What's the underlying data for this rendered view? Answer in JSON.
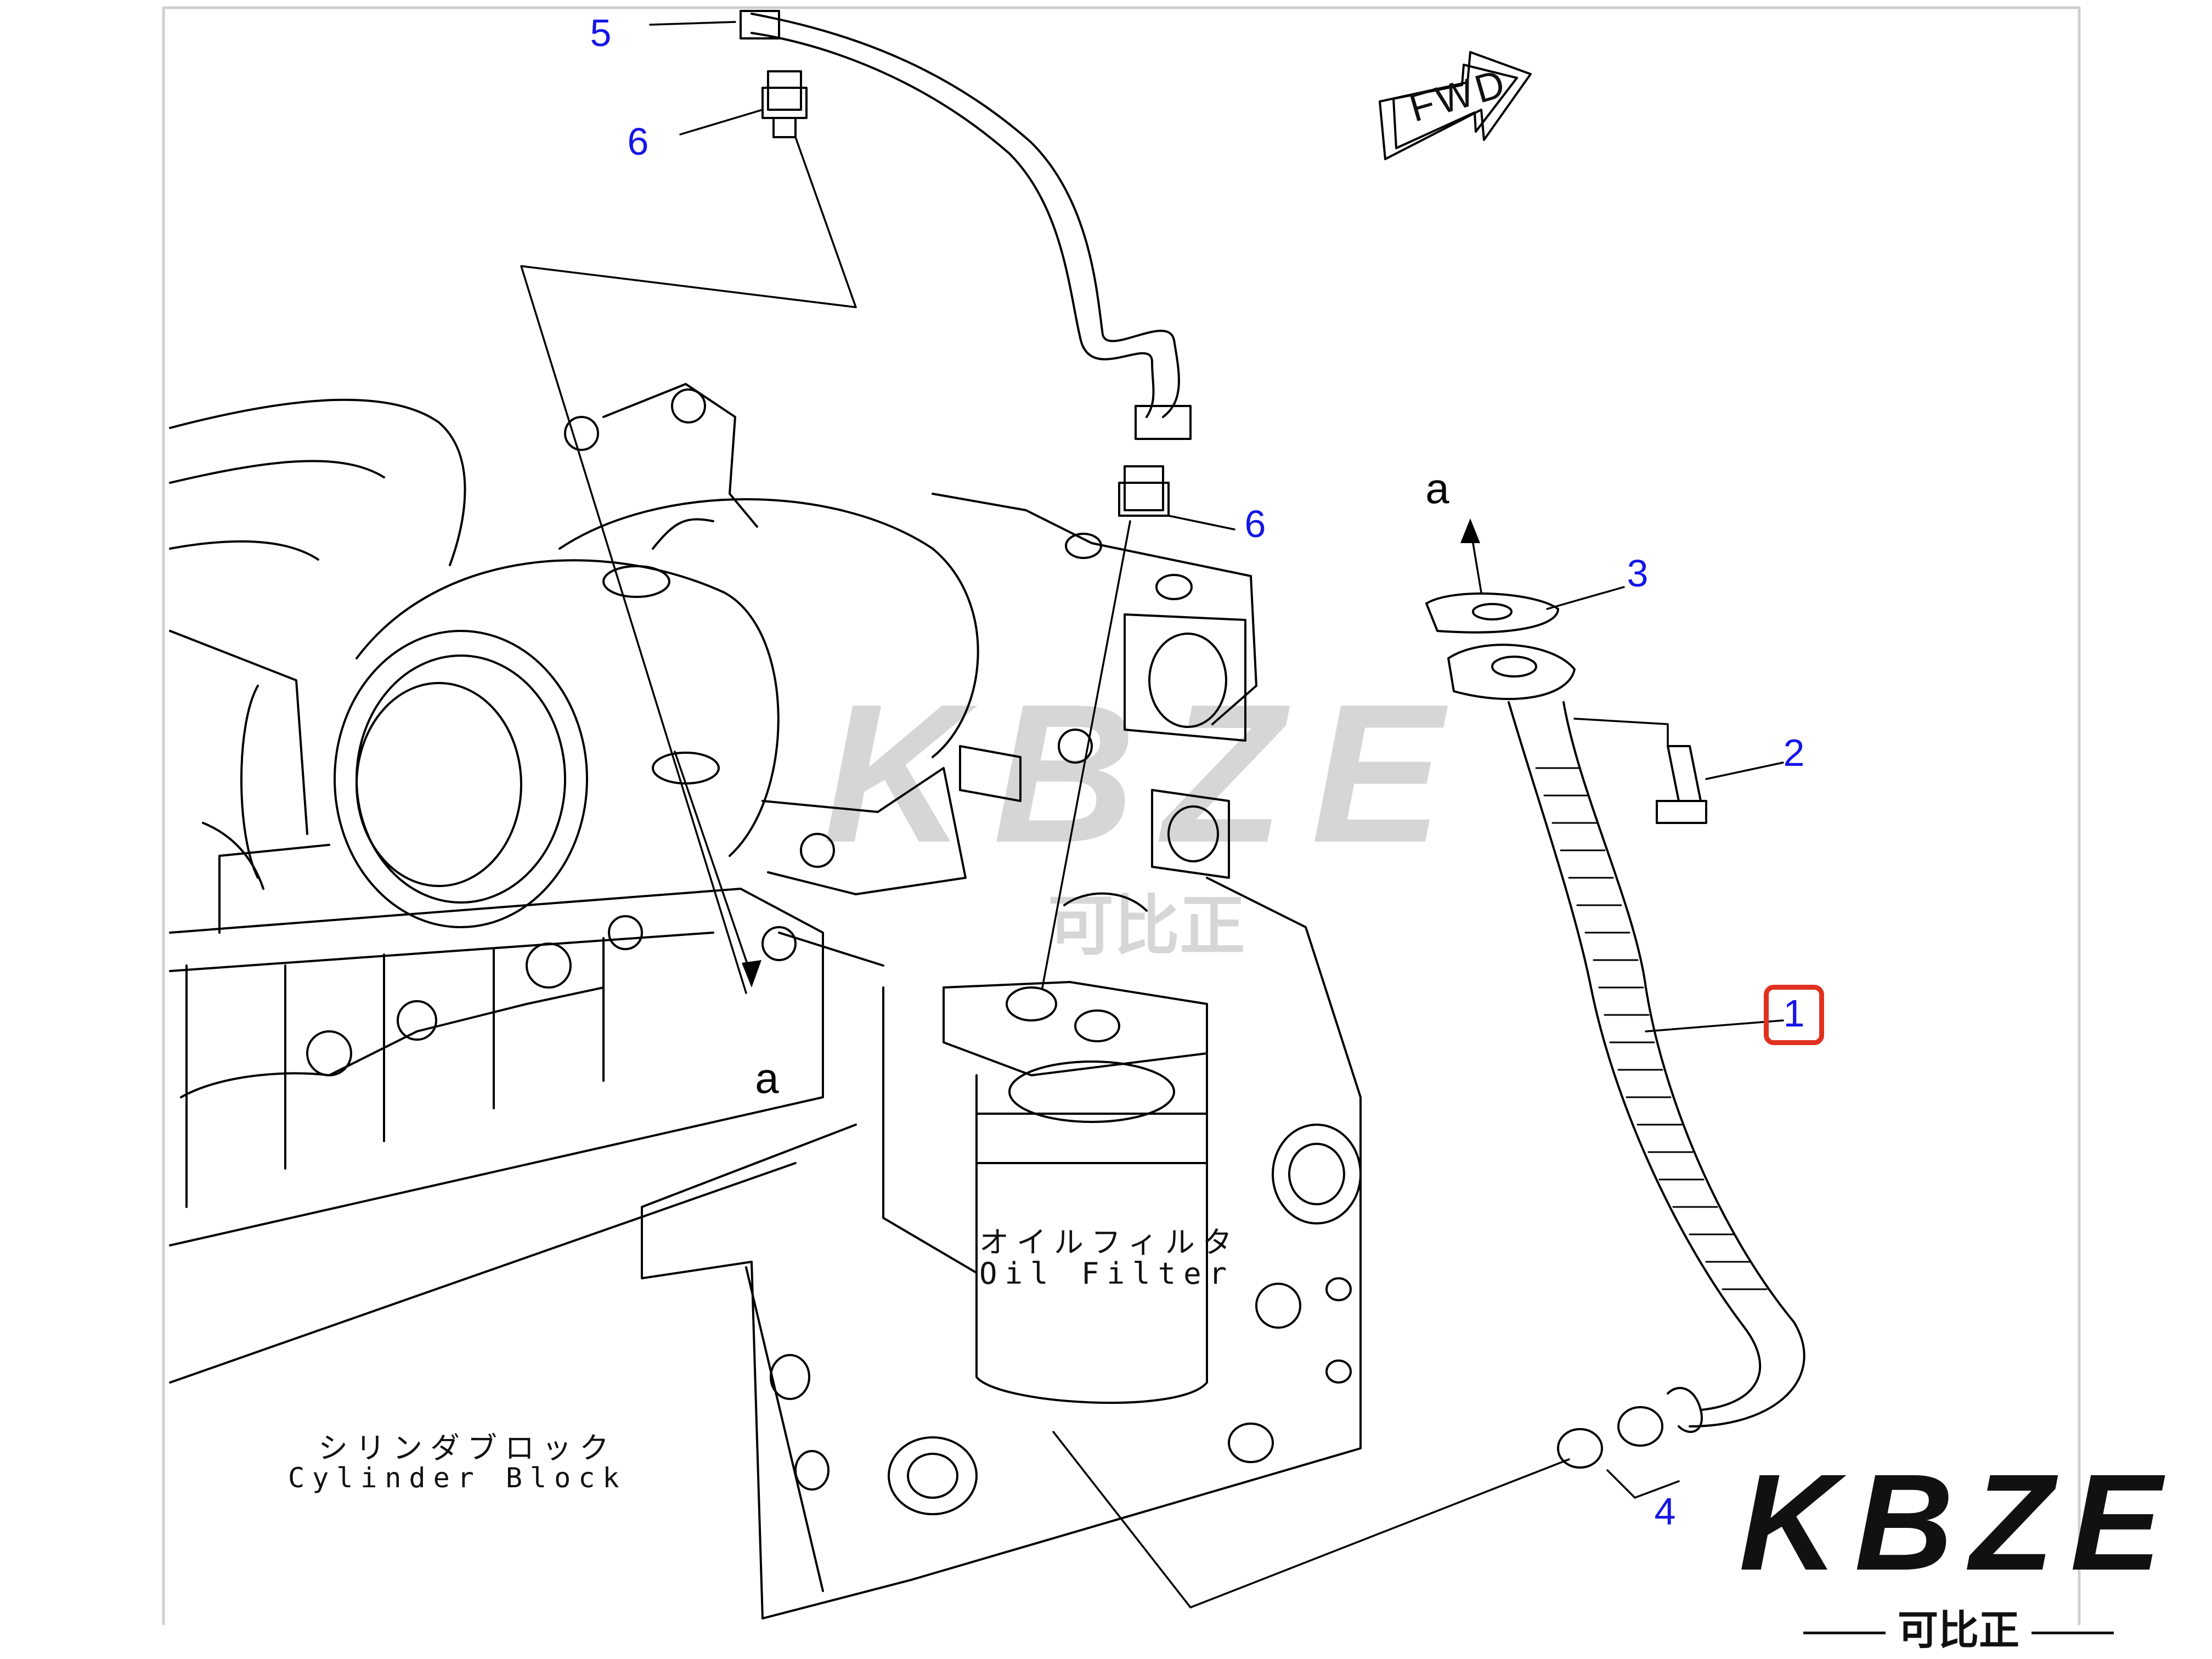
{
  "labels": {
    "n1": "1",
    "n2": "2",
    "n3": "3",
    "n4": "4",
    "n5": "5",
    "n6a": "6",
    "n6b": "6",
    "a_top": "a",
    "a_left": "a"
  },
  "fwd": "FWD",
  "oil_filter": {
    "jp": "オイルフィルタ",
    "en": "Oil Filter"
  },
  "cylinder_block": {
    "jp": "シリンダブロック",
    "en": "Cylinder Block"
  },
  "watermark": {
    "text": "KBZE",
    "sub": "可比正"
  },
  "logo": {
    "text": "KBZE",
    "sub": "可比正"
  },
  "colors": {
    "label": "#1515e6",
    "highlight": "#e0311f",
    "line": "#000000"
  }
}
